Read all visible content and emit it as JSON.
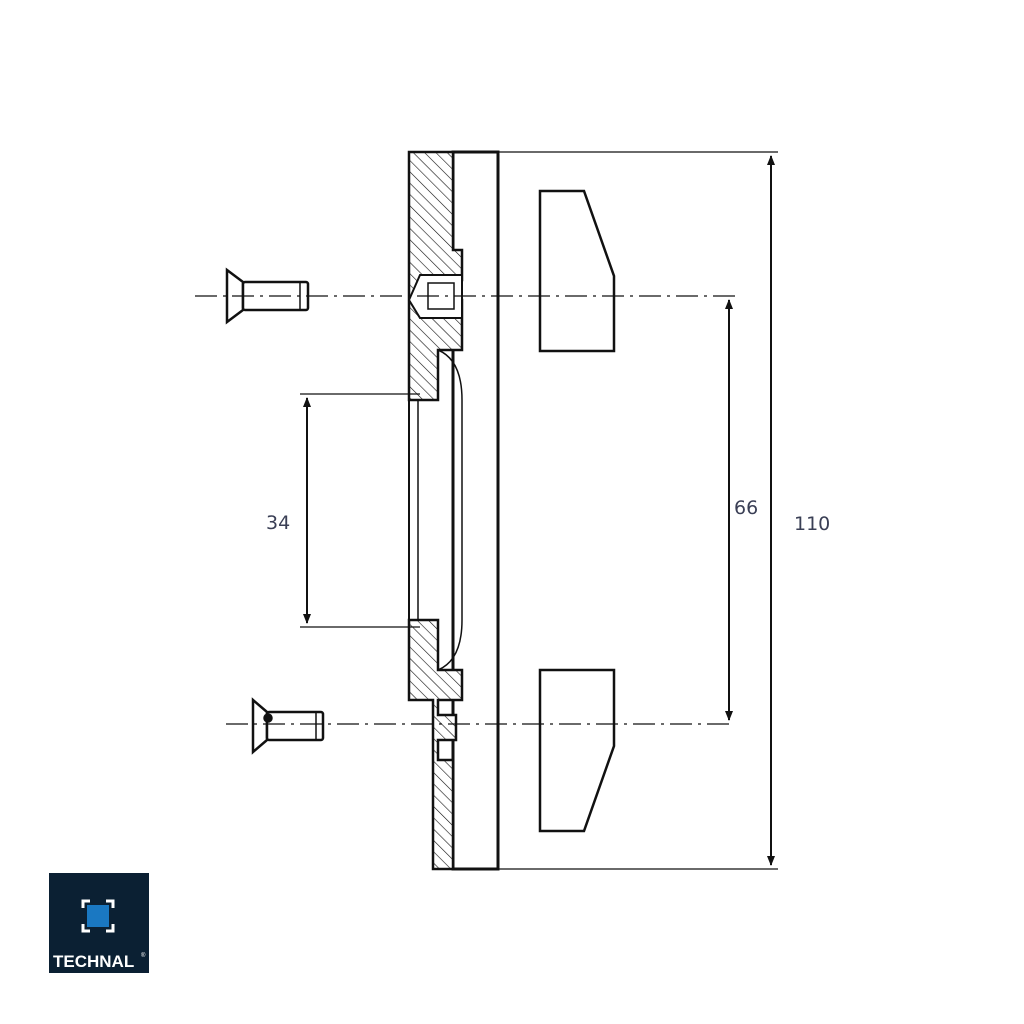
{
  "dimensions": {
    "inner_opening": "34",
    "screw_spacing": "66",
    "overall_height": "110"
  },
  "logo": {
    "text": "TECHNAL",
    "registered_mark": "®",
    "background_color": "#0b2033",
    "icon_color": "#1a78c2"
  },
  "colors": {
    "line": "#111111",
    "dimension_text": "#3a3f55"
  }
}
